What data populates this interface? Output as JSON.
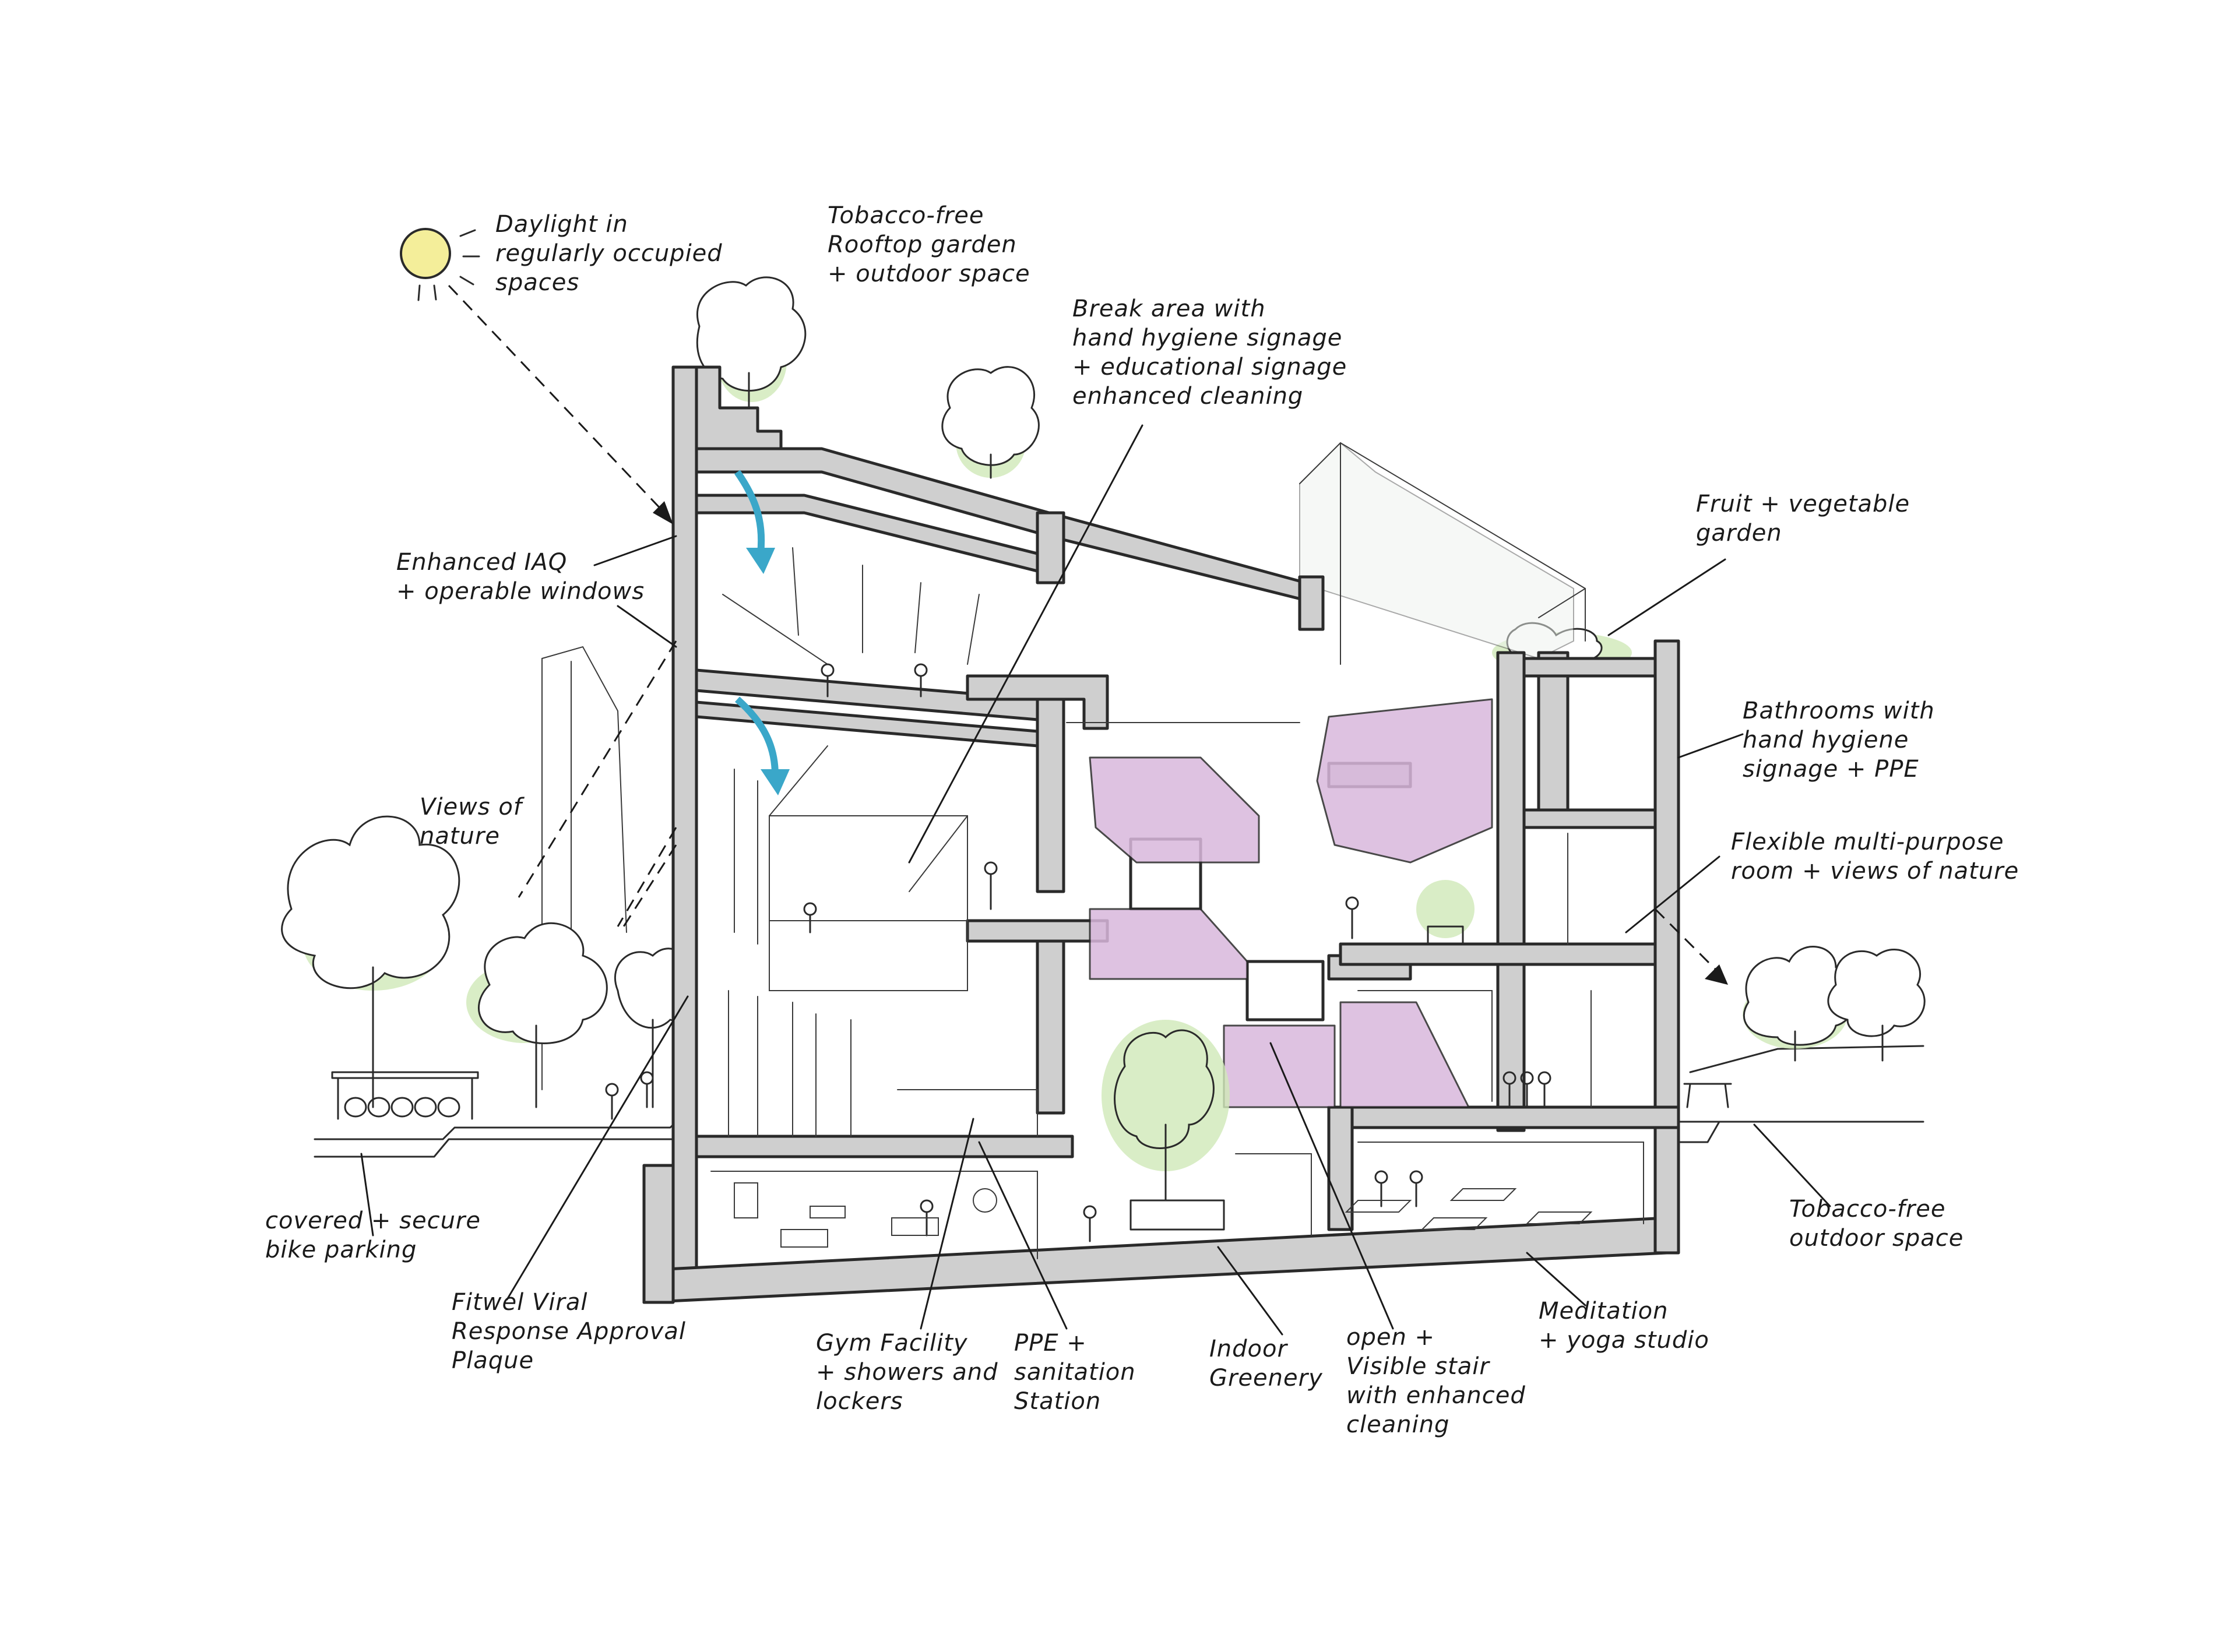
{
  "diagram": {
    "labels": {
      "daylight": "Daylight in\nregularly occupied\nspaces",
      "rooftop": "Tobacco-free\nRooftop garden\n+ outdoor space",
      "break_area": "Break area with\nhand hygiene signage\n+ educational signage\nenhanced cleaning",
      "fruit_garden": "Fruit + vegetable\ngarden",
      "iaq": "Enhanced IAQ\n+ operable windows",
      "bathrooms": "Bathrooms with\nhand hygiene\nsignage + PPE",
      "views_nature": "Views of\nnature",
      "flexible_room": "Flexible multi-purpose\nroom + views of nature",
      "bike_parking": "covered + secure\nbike parking",
      "tobacco_outdoor": "Tobacco-free\noutdoor space",
      "fitwel_plaque": "Fitwel Viral\nResponse Approval\nPlaque",
      "gym": "Gym Facility\n+ showers and\nlockers",
      "ppe_station": "PPE +\nsanitation\nStation",
      "indoor_greenery": "Indoor\nGreenery",
      "stair": "open +\nVisible stair\nwith enhanced\ncleaning",
      "meditation": "Meditation\n+ yoga studio"
    },
    "colors": {
      "sun": "#f4ee9a",
      "stair_fill": "#d9b8dc",
      "wall_fill": "#cfcfcf",
      "airflow_arrow": "#3aa7c9",
      "greenery": "#cfe8b8"
    }
  }
}
